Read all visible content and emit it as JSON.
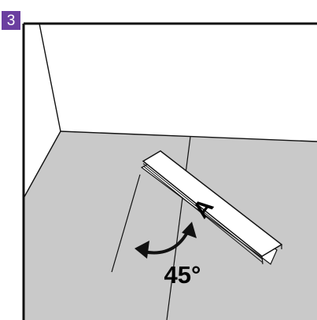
{
  "step": {
    "number": "3",
    "badge_color": "#6b3fa0"
  },
  "diagram": {
    "plank_label": "A",
    "angle_label": "45°",
    "floor_color": "#c9c9c9",
    "line_color": "#111111",
    "plank_color": "#ffffff"
  }
}
